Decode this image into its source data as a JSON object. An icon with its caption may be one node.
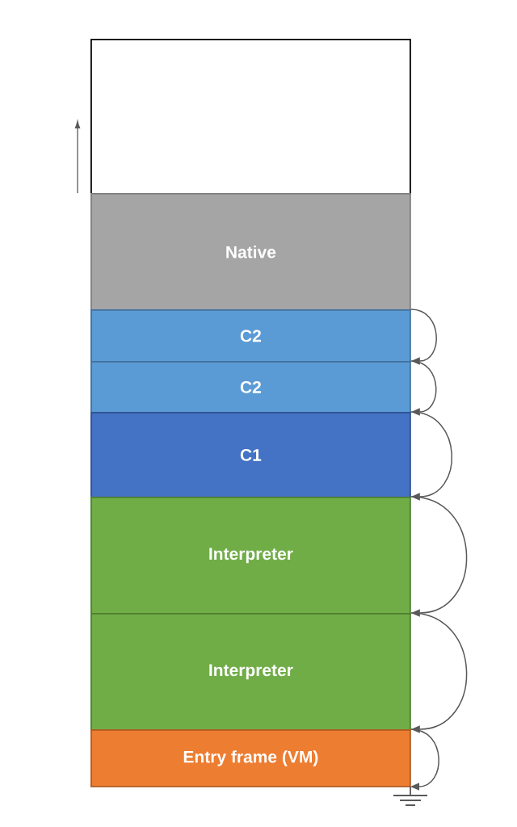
{
  "diagram": {
    "nodes": [
      {
        "text": [],
        "shape": "box"
      },
      {
        "text": [
          "Native"
        ]
      },
      {
        "text": [
          "C2"
        ]
      },
      {
        "text": [
          "C2"
        ]
      },
      {
        "text": [
          "C1"
        ]
      },
      {
        "text": [
          "Interpreter"
        ]
      },
      {
        "text": [
          "Interpreter"
        ]
      },
      {
        "text": [
          "Entry frame (VM)"
        ]
      },
      {
        "text": [],
        "shape": "ground"
      }
    ],
    "edges": [
      {
        "from": 2,
        "to": 3,
        "arrow": "to"
      },
      {
        "from": 3,
        "to": 4,
        "arrow": "to"
      },
      {
        "from": 4,
        "to": 5,
        "arrow": "to"
      },
      {
        "from": 5,
        "to": 6,
        "arrow": "to"
      },
      {
        "from": 6,
        "to": 7,
        "arrow": "to"
      },
      {
        "from": 7,
        "to": 8,
        "arrow": "to"
      }
    ]
  }
}
